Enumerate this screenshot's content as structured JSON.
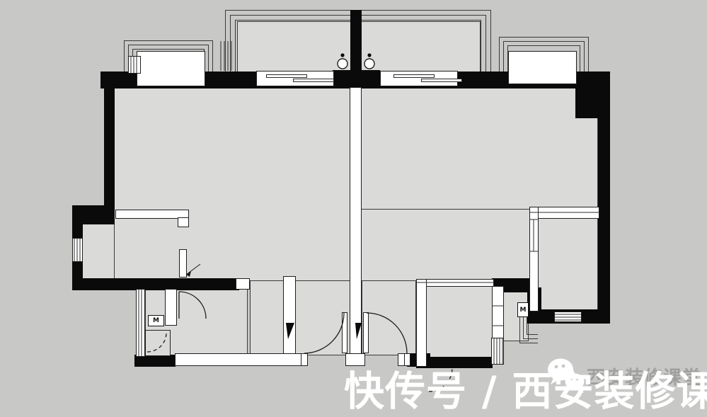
{
  "title": "apartment floor plan",
  "colors": {
    "background": "#c8c8c6",
    "wall": "#0a0a0a",
    "floor": "#dadad8",
    "frame_line": "#3a3a3a",
    "watermark_primary": "#ffffff",
    "watermark_secondary": "#a0a09e"
  },
  "floorplan": {
    "meter_box_left": "M",
    "meter_box_right": "M"
  },
  "watermark": {
    "primary": "快传号 / 西安装修课堂",
    "secondary": "西安装修课堂",
    "icon": "wechat-icon"
  }
}
